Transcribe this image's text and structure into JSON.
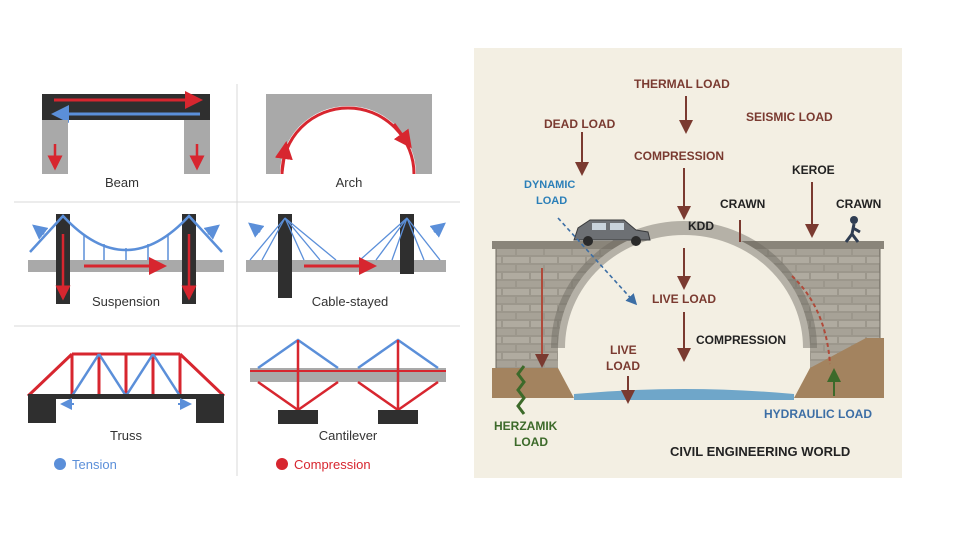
{
  "left": {
    "captions": [
      "Beam",
      "Arch",
      "Suspension",
      "Cable-stayed",
      "Truss",
      "Cantilever"
    ],
    "legend": {
      "tension": "Tension",
      "compression": "Compression",
      "tension_color": "#5b8fd9",
      "compression_color": "#d7262f"
    }
  },
  "right": {
    "labels": {
      "thermal": "THERMAL LOAD",
      "dead": "DEAD LOAD",
      "seismic": "SEISMIC LOAD",
      "compression_top": "COMPRESSION",
      "dynamic_1": "DYNAMIC",
      "dynamic_2": "LOAD",
      "keroe": "KEROE",
      "crawn_1": "CRAWN",
      "crawn_2": "CRAWN",
      "kdd": "KDD",
      "live_load": "LIVE LOAD",
      "compression_mid": "COMPRESSION",
      "live_1": "LIVE",
      "live_2": "LOAD",
      "hydraulic": "HYDRAULIC LOAD",
      "herzamik_1": "HERZAMIK",
      "herzamik_2": "LOAD"
    },
    "footer": "CIVIL ENGINEERING WORLD"
  }
}
